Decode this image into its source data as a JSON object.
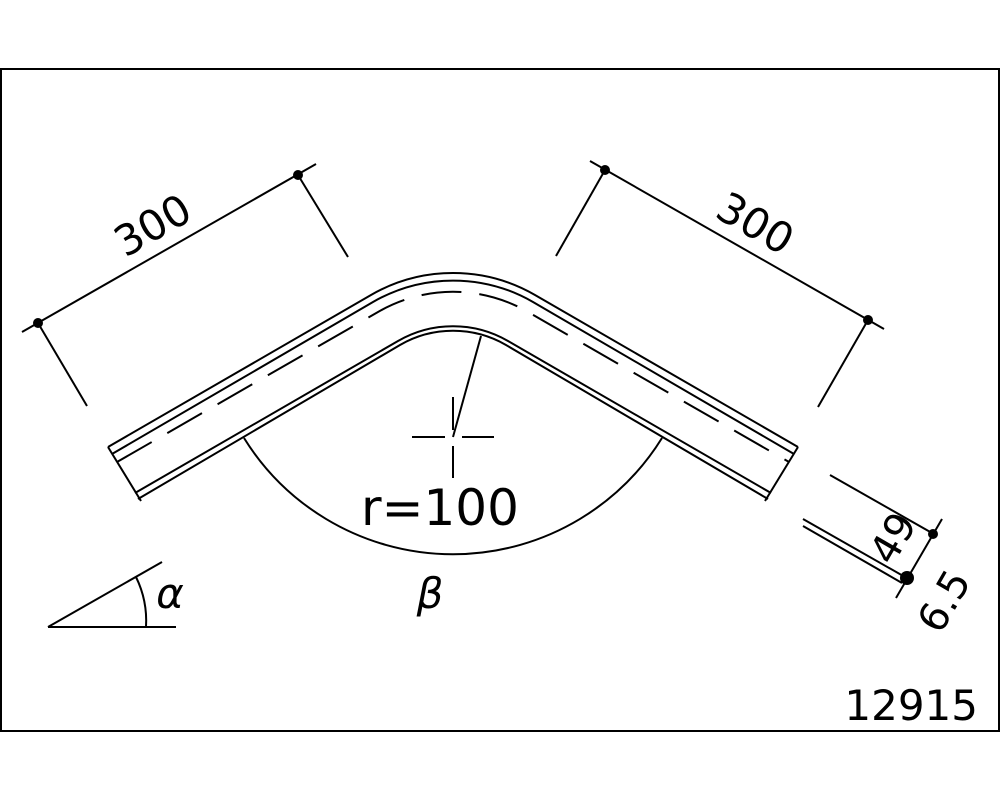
{
  "drawing": {
    "dimensions": {
      "left_leg_length": "300",
      "right_leg_length": "300",
      "radius": "r=100",
      "outer_diameter": "49",
      "wall_thickness": "6.5"
    },
    "angle_labels": {
      "alpha": "α",
      "beta": "β"
    },
    "drawing_number": "12915",
    "colors": {
      "line": "#000000",
      "background": "#ffffff"
    }
  }
}
